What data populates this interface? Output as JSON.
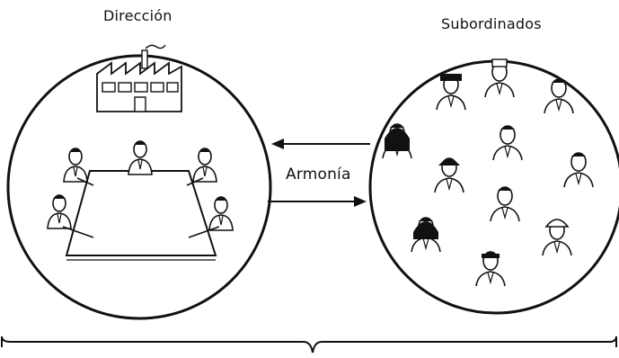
{
  "labels": {
    "left": "Dirección",
    "right": "Subordinados",
    "middle": "Armonía"
  },
  "colors": {
    "ink": "#111111",
    "paper": "#ffffff"
  },
  "icons": {
    "left_top": "factory-icon",
    "left_scene": "meeting-table-icon",
    "right_people": "workers-group-icon",
    "arrow_left": "arrow-left-icon",
    "arrow_right": "arrow-right-icon",
    "bottom": "brace-icon"
  }
}
